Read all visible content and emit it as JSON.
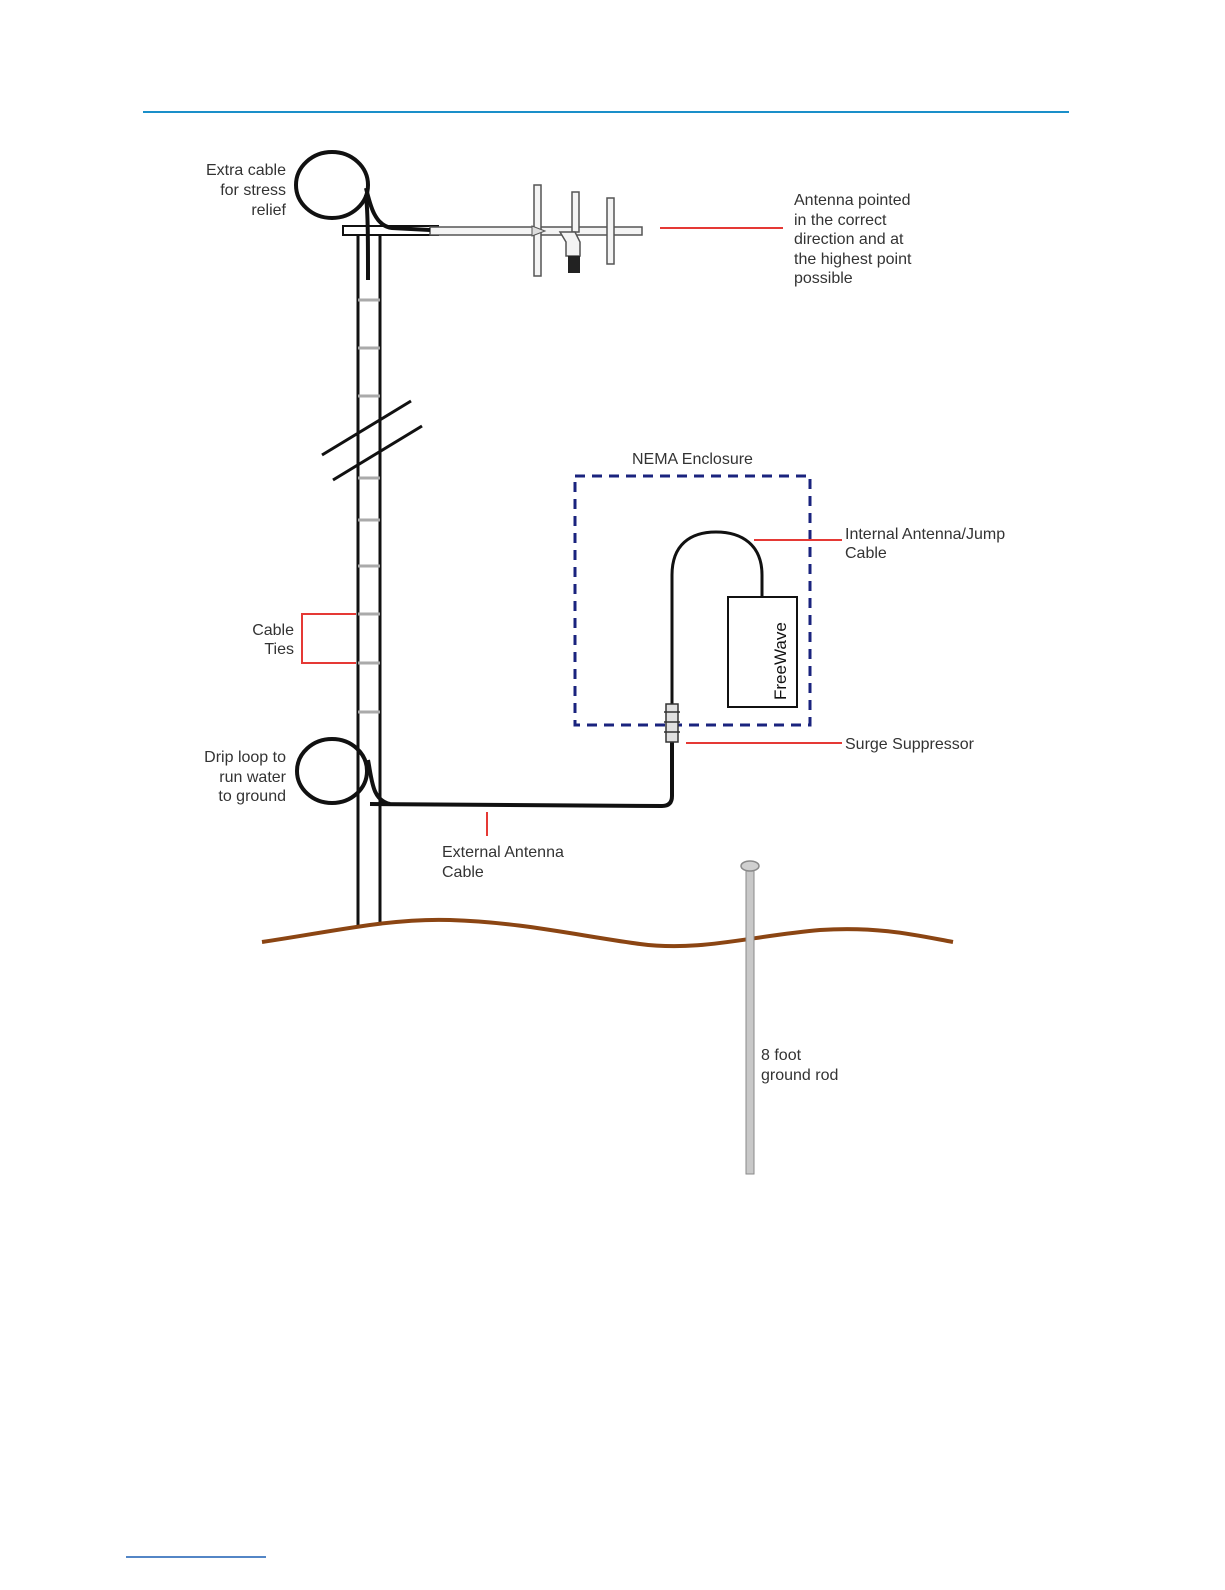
{
  "diagram": {
    "labels": {
      "extra_cable": [
        "Extra cable",
        "for stress",
        "relief"
      ],
      "antenna": [
        "Antenna pointed",
        "in the correct",
        "direction and at",
        "the highest point",
        "possible"
      ],
      "nema": "NEMA Enclosure",
      "internal_cable": [
        "Internal Antenna/Jump",
        "Cable"
      ],
      "cable_ties": [
        "Cable",
        "Ties"
      ],
      "radio": "FreeWave",
      "drip_loop": [
        "Drip loop to",
        "run water",
        "to ground"
      ],
      "surge": "Surge Suppressor",
      "external_cable": [
        "External Antenna",
        "Cable"
      ],
      "ground_rod": [
        "8 foot",
        "ground rod"
      ]
    },
    "colors": {
      "header_rule": "#1a8fc9",
      "callout": "#e53935",
      "enclosure": "#1a237e",
      "ground": "#8b4513",
      "rod": "#9e9e9e",
      "cable": "#111111"
    }
  }
}
